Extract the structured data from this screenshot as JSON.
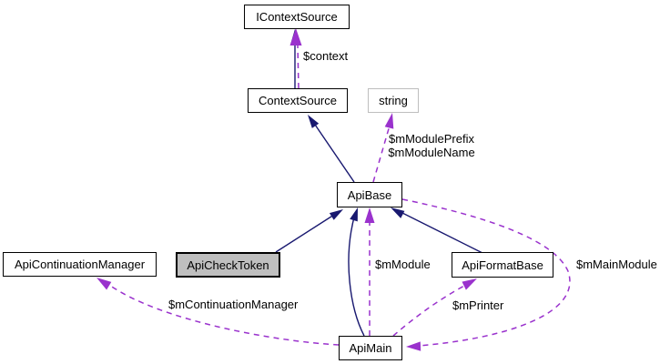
{
  "nodes": {
    "icontextsource": {
      "label": "IContextSource"
    },
    "contextsource": {
      "label": "ContextSource"
    },
    "string": {
      "label": "string"
    },
    "apibase": {
      "label": "ApiBase"
    },
    "apicontinuationmanager": {
      "label": "ApiContinuationManager"
    },
    "apichecktoken": {
      "label": "ApiCheckToken"
    },
    "apiformatbase": {
      "label": "ApiFormatBase"
    },
    "apimain": {
      "label": "ApiMain"
    }
  },
  "edge_labels": {
    "context": "$context",
    "module_prefix": "$mModulePrefix",
    "module_name": "$mModuleName",
    "m_module": "$mModule",
    "m_main_module": "$mMainModule",
    "m_printer": "$mPrinter",
    "m_continuation_manager": "$mContinuationManager"
  },
  "edges": [
    {
      "from": "ContextSource",
      "to": "IContextSource",
      "type": "inheritance",
      "label": ""
    },
    {
      "from": "ContextSource",
      "to": "IContextSource",
      "type": "usage",
      "label": "$context"
    },
    {
      "from": "ApiBase",
      "to": "ContextSource",
      "type": "inheritance",
      "label": ""
    },
    {
      "from": "ApiBase",
      "to": "string",
      "type": "usage",
      "label": "$mModulePrefix $mModuleName"
    },
    {
      "from": "ApiCheckToken",
      "to": "ApiBase",
      "type": "inheritance",
      "label": ""
    },
    {
      "from": "ApiMain",
      "to": "ApiBase",
      "type": "inheritance",
      "label": ""
    },
    {
      "from": "ApiMain",
      "to": "ApiBase",
      "type": "usage",
      "label": "$mModule"
    },
    {
      "from": "ApiFormatBase",
      "to": "ApiBase",
      "type": "inheritance",
      "label": ""
    },
    {
      "from": "ApiMain",
      "to": "ApiFormatBase",
      "type": "usage",
      "label": "$mPrinter"
    },
    {
      "from": "ApiMain",
      "to": "ApiContinuationManager",
      "type": "usage",
      "label": "$mContinuationManager"
    },
    {
      "from": "ApiBase",
      "to": "ApiMain",
      "type": "usage",
      "label": "$mMainModule"
    }
  ],
  "colors": {
    "inheritance": "#191970",
    "usage": "#9a32cd",
    "node_border": "#000000",
    "node_fill": "#ffffff",
    "highlight_fill": "#bfbfbf",
    "external_border": "#bebebe",
    "text": "#000000",
    "background": "#ffffff"
  }
}
